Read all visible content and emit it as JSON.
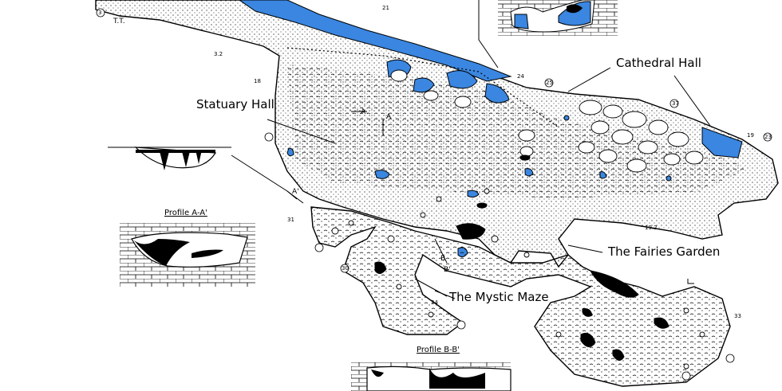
{
  "map": {
    "labels": {
      "cathedral_hall": "Cathedral Hall",
      "statuary_hall": "Statuary Hall",
      "fairies_garden": "The Fairies Garden",
      "mystic_maze": "The Mystic Maze",
      "tt": "T.T."
    },
    "profiles": {
      "a": "Profile A-A'",
      "b": "Profile B-B'"
    },
    "section_marks": [
      "A",
      "A",
      "B",
      "B'",
      "A'"
    ],
    "stations": [
      "3",
      "21",
      "3.2",
      "18",
      "24",
      "25",
      "19",
      "19.2",
      "31",
      "34",
      "33",
      "30",
      "37",
      "23"
    ],
    "colors": {
      "water": "#3a86e0",
      "ink": "#000000",
      "paper": "#ffffff"
    }
  }
}
